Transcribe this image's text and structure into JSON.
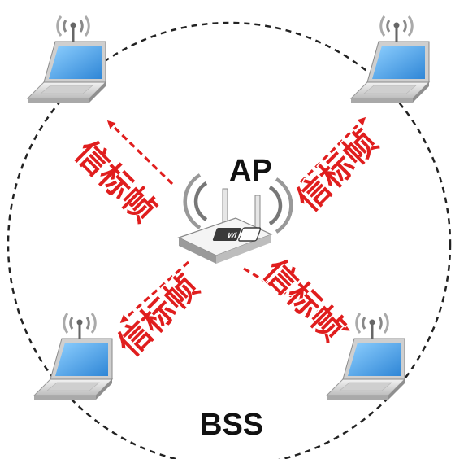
{
  "diagram": {
    "ap_label": "AP",
    "bss_label": "BSS",
    "ap_device_text": "Wi Fi",
    "beacon_label": "信标帧",
    "beacons": [
      {
        "label": "信标帧",
        "direction": "to-top-left-laptop"
      },
      {
        "label": "信标帧",
        "direction": "to-top-right-laptop"
      },
      {
        "label": "信标帧",
        "direction": "to-bottom-left-laptop"
      },
      {
        "label": "信标帧",
        "direction": "to-bottom-right-laptop"
      }
    ],
    "stations": [
      "laptop",
      "laptop",
      "laptop",
      "laptop"
    ],
    "colors": {
      "arrow": "#e01e1e",
      "circle": "#222222",
      "screen": "#4aa3e8",
      "laptop_body": "#d9d9d9",
      "signal": "#555555"
    }
  }
}
